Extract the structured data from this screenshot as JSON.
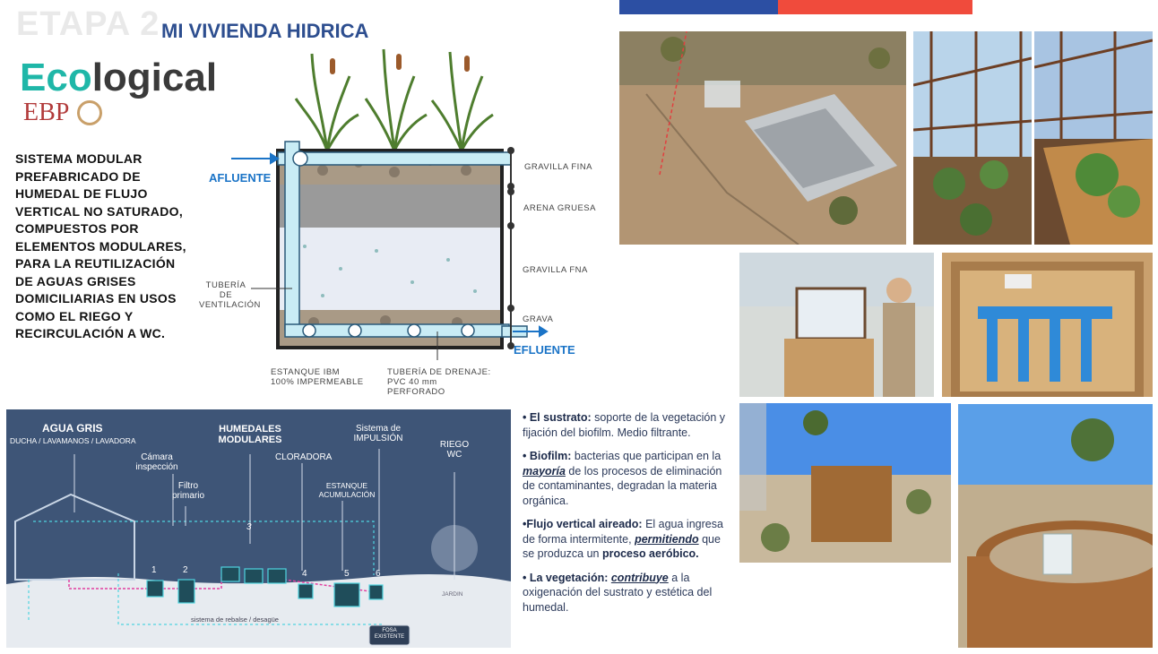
{
  "header": {
    "etapa": "ETAPA 2",
    "title": "MI VIVIENDA HIDRICA",
    "logo_ecological_hl": "Eco",
    "logo_ecological_rest": "logical",
    "logo_ebp": "EBP"
  },
  "description": "SISTEMA MODULAR PREFABRICADO DE HUMEDAL DE FLUJO VERTICAL NO SATURADO, COMPUESTOS POR ELEMENTOS MODULARES, PARA LA REUTILIZACIÓN DE AGUAS GRISES DOMICILIARIAS EN USOS COMO EL RIEGO Y RECIRCULACIÓN A WC.",
  "section_diagram": {
    "afluente": "AFLUENTE",
    "efluente": "EFLUENTE",
    "tuberia_ventilacion_1": "TUBERÍA DE",
    "tuberia_ventilacion_2": "VENTILACIÓN",
    "layer_gravilla_fina": "GRAVILLA FINA",
    "layer_arena_gruesa": "ARENA GRUESA",
    "layer_gravilla_fna": "GRAVILLA FNA",
    "layer_grava": "GRAVA",
    "estanque_1": "ESTANQUE IBM",
    "estanque_2": "100% IMPERMEABLE",
    "drenaje_1": "TUBERÍA DE DRENAJE:",
    "drenaje_2": "PVC 40 mm",
    "drenaje_3": "PERFORADO"
  },
  "flow_diagram": {
    "agua_gris": "AGUA GRIS",
    "agua_gris_sub": "DUCHA / LAVAMANOS / LAVADORA",
    "camara_1": "Cámara",
    "camara_2": "inspección",
    "filtro_1": "Filtro",
    "filtro_2": "primario",
    "humedales_1": "HUMEDALES",
    "humedales_2": "MODULARES",
    "cloradora": "CLORADORA",
    "estanque_1": "ESTANQUE",
    "estanque_2": "ACUMULACIÓN",
    "sistema_1": "Sistema de",
    "sistema_2": "IMPULSIÓN",
    "riego_1": "RIEGO",
    "riego_2": "WC",
    "n1": "1",
    "n2": "2",
    "n3": "3",
    "n4": "4",
    "n5": "5",
    "n6": "6",
    "rebalse": "sistema de rebalse / desagüe",
    "jardin": "JARDIN",
    "fosa_1": "FOSA",
    "fosa_2": "EXISTENTE"
  },
  "bullets": {
    "b1_head": "• El sustrato:",
    "b1_text": " soporte de la vegetación y fijación del biofilm. Medio filtrante.",
    "b2_head": "• Biofilm:",
    "b2_text_a": " bacterias que participan en la ",
    "b2_em": "mayoría",
    "b2_text_b": " de los procesos de eliminación de contaminantes, degradan la materia orgánica.",
    "b3_head": "•Flujo vertical aireado:",
    "b3_text_a": " El agua ingresa de forma intermitente, ",
    "b3_em": "permitiendo",
    "b3_text_b": " que se produzca un ",
    "b3_bold": "proceso aeróbico.",
    "b4_head": "• La vegetación:",
    "b4_em": "contribuye",
    "b4_text": " a la oxigenación del sustrato y estética del humedal."
  },
  "colors": {
    "title_blue": "#2d4e8f",
    "eco_teal": "#1fb7a8",
    "flow_bg": "#3e5577",
    "flow_pink": "#e23fa0",
    "flow_cyan": "#4fd4e0"
  }
}
